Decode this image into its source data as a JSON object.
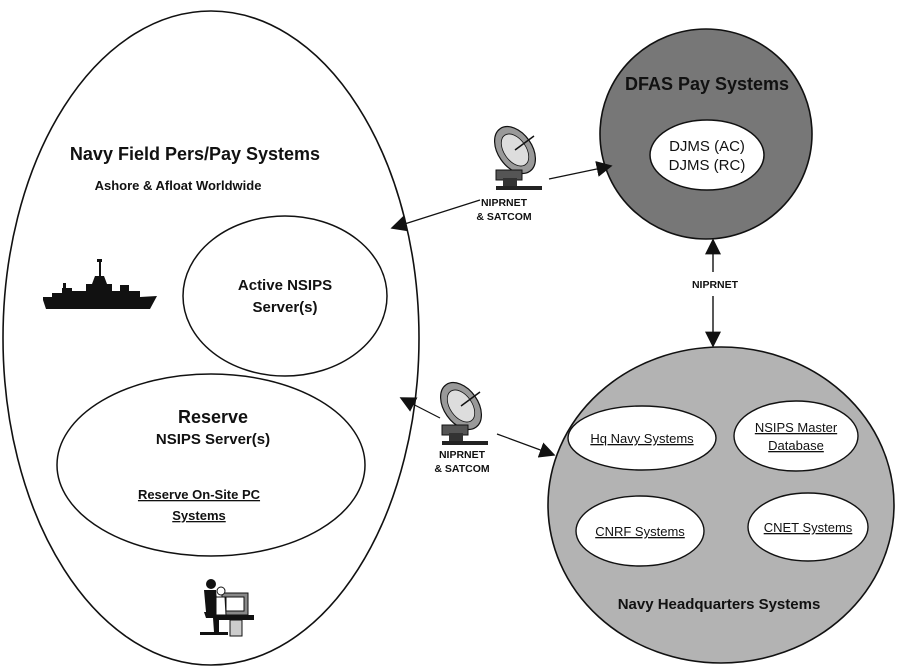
{
  "field": {
    "title": "Navy Field Pers/Pay Systems",
    "subtitle": "Ashore & Afloat Worldwide",
    "active": {
      "line1": "Active NSIPS",
      "line2": "Server(s)"
    },
    "reserve": {
      "line1": "Reserve",
      "line2": "NSIPS Server(s)",
      "onsite_line1": "Reserve On-Site PC",
      "onsite_line2": "Systems"
    },
    "icons": [
      "ship-icon",
      "workstation-icon"
    ]
  },
  "dfas": {
    "title": "DFAS Pay Systems",
    "line1": "DJMS (AC)",
    "line2": "DJMS (RC)"
  },
  "hq": {
    "title": "Navy Headquarters Systems",
    "hq_navy": "Hq Navy Systems",
    "master_line1": "NSIPS Master",
    "master_line2": "Database",
    "cnrf": "CNRF Systems",
    "cnet": "CNET Systems"
  },
  "links": {
    "upper": {
      "line1": "NIPRNET",
      "line2": "& SATCOM"
    },
    "lower": {
      "line1": "NIPRNET",
      "line2": "& SATCOM"
    },
    "dfas_hq": "NIPRNET"
  },
  "colors": {
    "dfas_fill": "#777777",
    "hq_fill": "#b3b3b3",
    "outline": "#111111",
    "inner_fill": "#ffffff"
  }
}
